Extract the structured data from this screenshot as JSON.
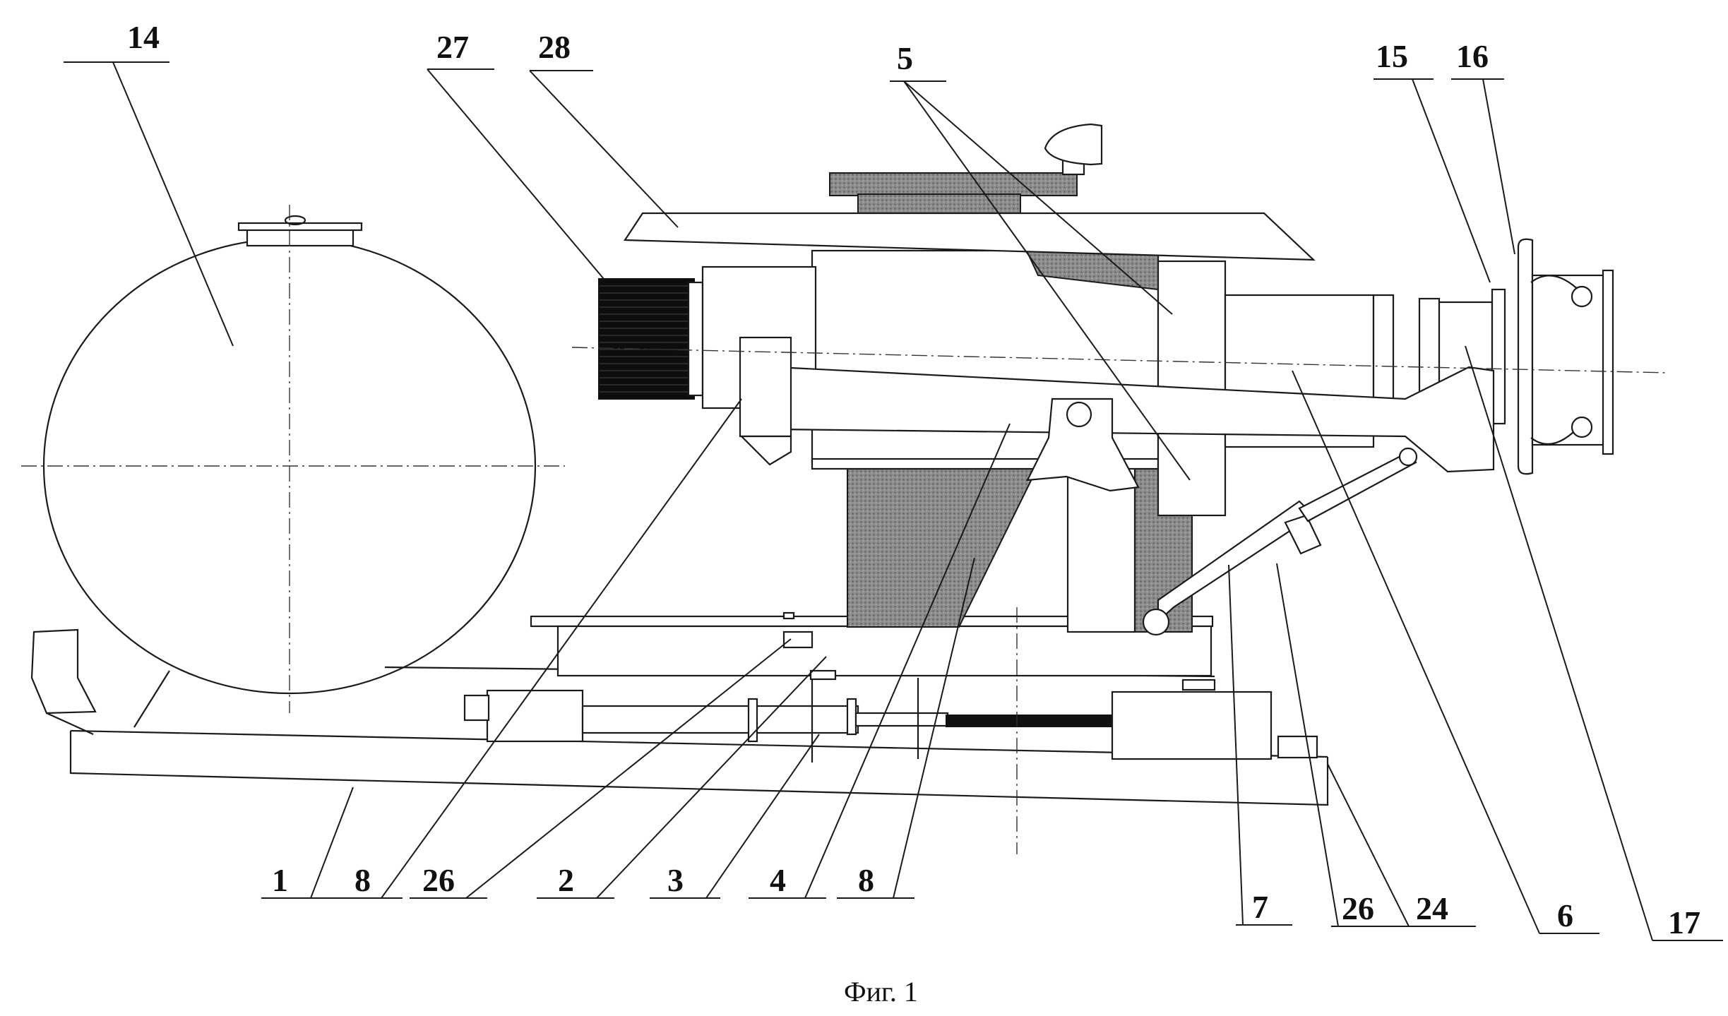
{
  "figure": {
    "caption": "Фиг. 1",
    "labels": {
      "l14": "14",
      "l27": "27",
      "l28": "28",
      "l5": "5",
      "l15": "15",
      "l16": "16",
      "l1": "1",
      "l8a": "8",
      "l26a": "26",
      "l2": "2",
      "l3": "3",
      "l4": "4",
      "l8b": "8",
      "l7": "7",
      "l26b": "26",
      "l24": "24",
      "l6": "6",
      "l17": "17"
    }
  }
}
